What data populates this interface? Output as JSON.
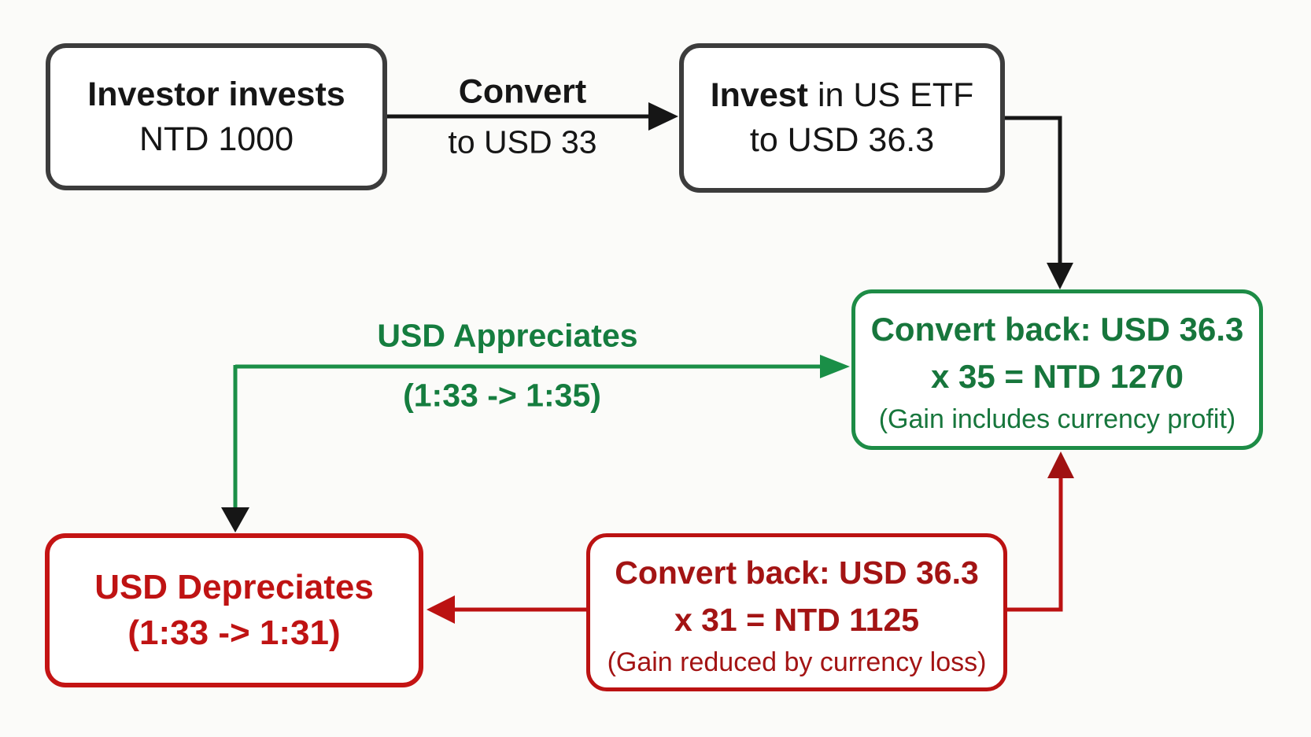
{
  "diagram": {
    "background": "#fbfbf9",
    "colors": {
      "node_border_dark": "#3c3c3c",
      "text_black": "#161616",
      "green_border": "#1d8c46",
      "green_text": "#17763c",
      "green_edge": "#1a8f47",
      "red_border": "#c41414",
      "red_text": "#bf1313",
      "dark_red_text": "#a31414",
      "red_edge": "#bb1212",
      "black_edge": "#161616"
    },
    "nodes": {
      "investor": {
        "line1": "Investor invests",
        "line2": "NTD 1000"
      },
      "invest_etf": {
        "line1_bold": "Invest",
        "line1_rest": " in US ETF",
        "line2": "to USD 36.3"
      },
      "convert_gain": {
        "line1": "Convert back: USD 36.3",
        "line2": "x 35 = NTD 1270",
        "line3": "(Gain includes currency profit)"
      },
      "usd_depreciates": {
        "line1": "USD Depreciates",
        "line2": "(1:33 -> 1:31)"
      },
      "convert_loss": {
        "line1": "Convert back: USD 36.3",
        "line2": "x 31 = NTD 1125",
        "line3": "(Gain reduced by currency loss)"
      }
    },
    "edges": {
      "convert": {
        "label_line1": "Convert",
        "label_line2": "to USD 33"
      },
      "usd_appreciates": {
        "label_line1": "USD Appreciates",
        "label_line2": "(1:33 -> 1:35)"
      }
    }
  }
}
